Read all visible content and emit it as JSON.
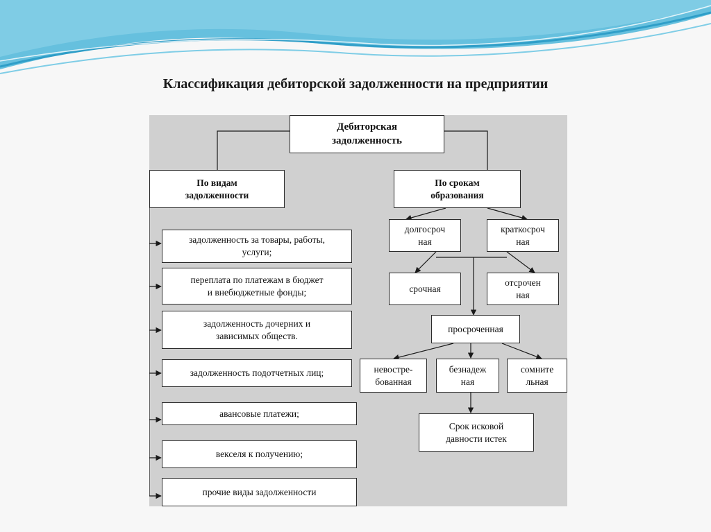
{
  "slide": {
    "title": "Классификация дебиторской задолженности на предприятии"
  },
  "colors": {
    "wave_primary": "#4fb6d8",
    "wave_light": "#9fdcef",
    "panel_background": "#d0d0d0",
    "box_background": "#ffffff",
    "line_color": "#1a1a1a"
  },
  "diagram": {
    "root": "Дебиторская\nзадолженность",
    "by_type": {
      "header": "По видам\nзадолженности",
      "items": [
        "задолженность за товары, работы,\nуслуги;",
        "переплата по платежам в бюджет\nи внебюджетные фонды;",
        "задолженность  дочерних и\nзависимых обществ.",
        "задолженность подотчетных лиц;",
        "авансовые платежи;",
        "векселя к получению;",
        "прочие виды задолженности"
      ]
    },
    "by_term": {
      "header": "По срокам\nобразования",
      "long_term": "долгосроч\nная",
      "short_term": "краткосроч\nная",
      "urgent": "срочная",
      "deferred": "отсрочен\nная",
      "overdue": "просроченная",
      "unclaimed": "невостре-\nбованная",
      "hopeless": "безнадеж\nная",
      "doubtful": "сомните\nльная",
      "limitation": "Срок исковой\nдавности истек"
    }
  }
}
